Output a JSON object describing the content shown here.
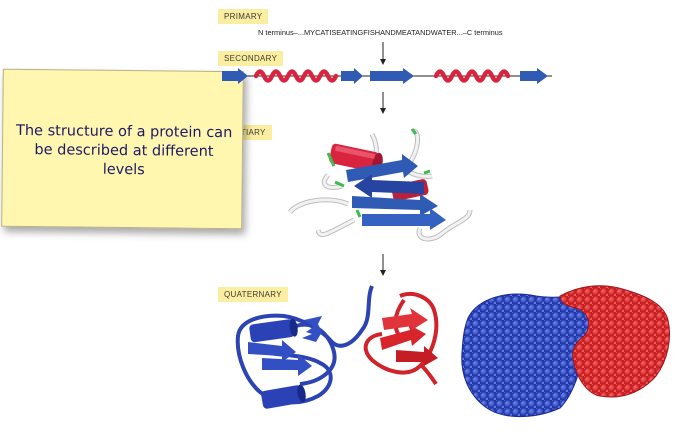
{
  "levels": {
    "primary": "PRIMARY",
    "secondary": "SECONDARY",
    "tertiary": "TERTIARY",
    "quaternary": "QUATERNARY"
  },
  "sequence": "N terminus–...MYCATISEATINGFISHANDMEATANDWATER...–C terminus",
  "note": {
    "text": "The structure of a protein can be described at different levels"
  },
  "colors": {
    "helix": "#d92440",
    "strand": "#2f5bb4",
    "coil": "#d9d9d9",
    "tag": "#fbeea0",
    "note_bg": "#fff6b0",
    "note_text": "#1d1a63"
  }
}
